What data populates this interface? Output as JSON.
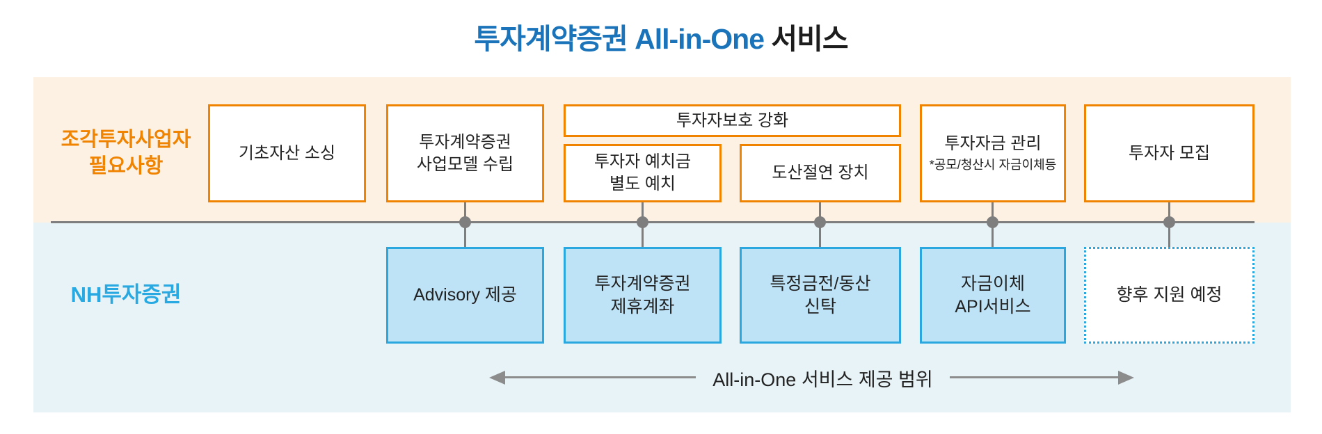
{
  "title": {
    "highlight": "투자계약증권 All-in-One",
    "suffix": " 서비스"
  },
  "colors": {
    "title_blue": "#1B74B9",
    "orange": "#F08300",
    "cream_band_bg": "#FDF1E3",
    "blue_band_bg": "#E8F3F7",
    "nh_blue": "#29A9E1",
    "service_box_fill": "#BEE3F6",
    "service_box_border": "#2BA7E0",
    "connector_gray": "#7E7E7E",
    "arrow_gray": "#8C8C8C",
    "text_dark": "#222222"
  },
  "requirements_band": {
    "label": "조각투자사업자\n필요사항",
    "boxes": {
      "asset_sourcing": "기초자산 소싱",
      "business_model": "투자계약증권\n사업모델 수립",
      "investor_protection_header": "투자자보호 강화",
      "deposit_segregation": "투자자 예치금\n별도 예치",
      "insolvency_remoteness": "도산절연 장치",
      "fund_management_title": "투자자금 관리",
      "fund_management_note": "*공모/청산시 자금이체등",
      "investor_recruiting": "투자자 모집"
    }
  },
  "services_band": {
    "label": "NH투자증권",
    "boxes": {
      "advisory": "Advisory 제공",
      "partner_account": "투자계약증권\n제휴계좌",
      "money_trust": "특정금전/동산\n신탁",
      "transfer_api": "자금이체\nAPI서비스",
      "future_support": "향후 지원 예정"
    },
    "scope_label": "All-in-One 서비스 제공 범위"
  }
}
